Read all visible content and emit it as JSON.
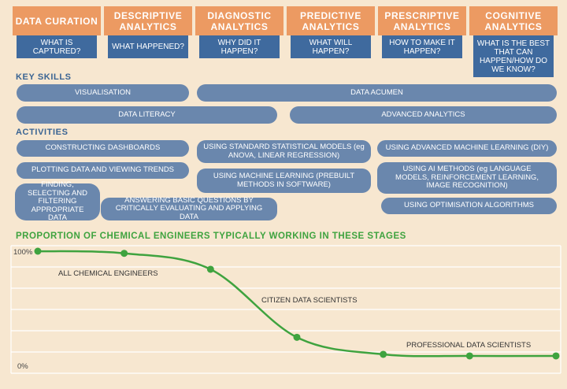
{
  "stages": [
    {
      "name": "DATA CURATION",
      "question": "WHAT IS CAPTURED?"
    },
    {
      "name": "DESCRIPTIVE ANALYTICS",
      "question": "WHAT HAPPENED?"
    },
    {
      "name": "DIAGNOSTIC ANALYTICS",
      "question": "WHY DID IT HAPPEN?"
    },
    {
      "name": "PREDICTIVE ANALYTICS",
      "question": "WHAT WILL HAPPEN?"
    },
    {
      "name": "PRESCRIPTIVE ANALYTICS",
      "question": "HOW TO MAKE IT HAPPEN?"
    },
    {
      "name": "COGNITIVE ANALYTICS",
      "question": "WHAT IS THE BEST THAT CAN HAPPEN/HOW DO WE KNOW?"
    }
  ],
  "key_skills": {
    "title": "KEY SKILLS",
    "items": [
      "VISUALISATION",
      "DATA ACUMEN",
      "DATA LITERACY",
      "ADVANCED ANALYTICS"
    ]
  },
  "activities": {
    "title": "ACTIVITIES",
    "items": [
      "CONSTRUCTING DASHBOARDS",
      "USING STANDARD STATISTICAL MODELS (eg ANOVA, LINEAR REGRESSION)",
      "USING ADVANCED MACHINE LEARNING (DIY)",
      "PLOTTING DATA AND VIEWING TRENDS",
      "USING MACHINE LEARNING (PREBUILT METHODS IN SOFTWARE)",
      "USING AI METHODS (eg LANGUAGE MODELS, REINFORCEMENT LEARNING, IMAGE RECOGNITION)",
      "FINDING, SELECTING AND FILTERING APPROPRIATE DATA",
      "ANSWERING BASIC QUESTIONS BY CRITICALLY EVALUATING AND APPLYING DATA",
      "USING OPTIMISATION ALGORITHMS"
    ]
  },
  "chart_data": {
    "type": "line",
    "title": "PROPORTION OF CHEMICAL ENGINEERS TYPICALLY WORKING IN THESE STAGES",
    "ylim": [
      0,
      100
    ],
    "ytick_labels": [
      "100%",
      "0%"
    ],
    "x": [
      1,
      2,
      3,
      4,
      5,
      6,
      7
    ],
    "series": [
      {
        "values": [
          100,
          98,
          83,
          19,
          3,
          1.5,
          1.5
        ]
      }
    ],
    "annotations": [
      "ALL CHEMICAL ENGINEERS",
      "CITIZEN DATA SCIENTISTS",
      "PROFESSIONAL DATA SCIENTISTS"
    ],
    "line_color": "#3fa33f"
  },
  "colors": {
    "stage_header": "#ec9a62",
    "question_box": "#3f6a9e",
    "pill": "#6a87ad",
    "section_title": "#3a6493",
    "chart": "#3fa33f"
  }
}
